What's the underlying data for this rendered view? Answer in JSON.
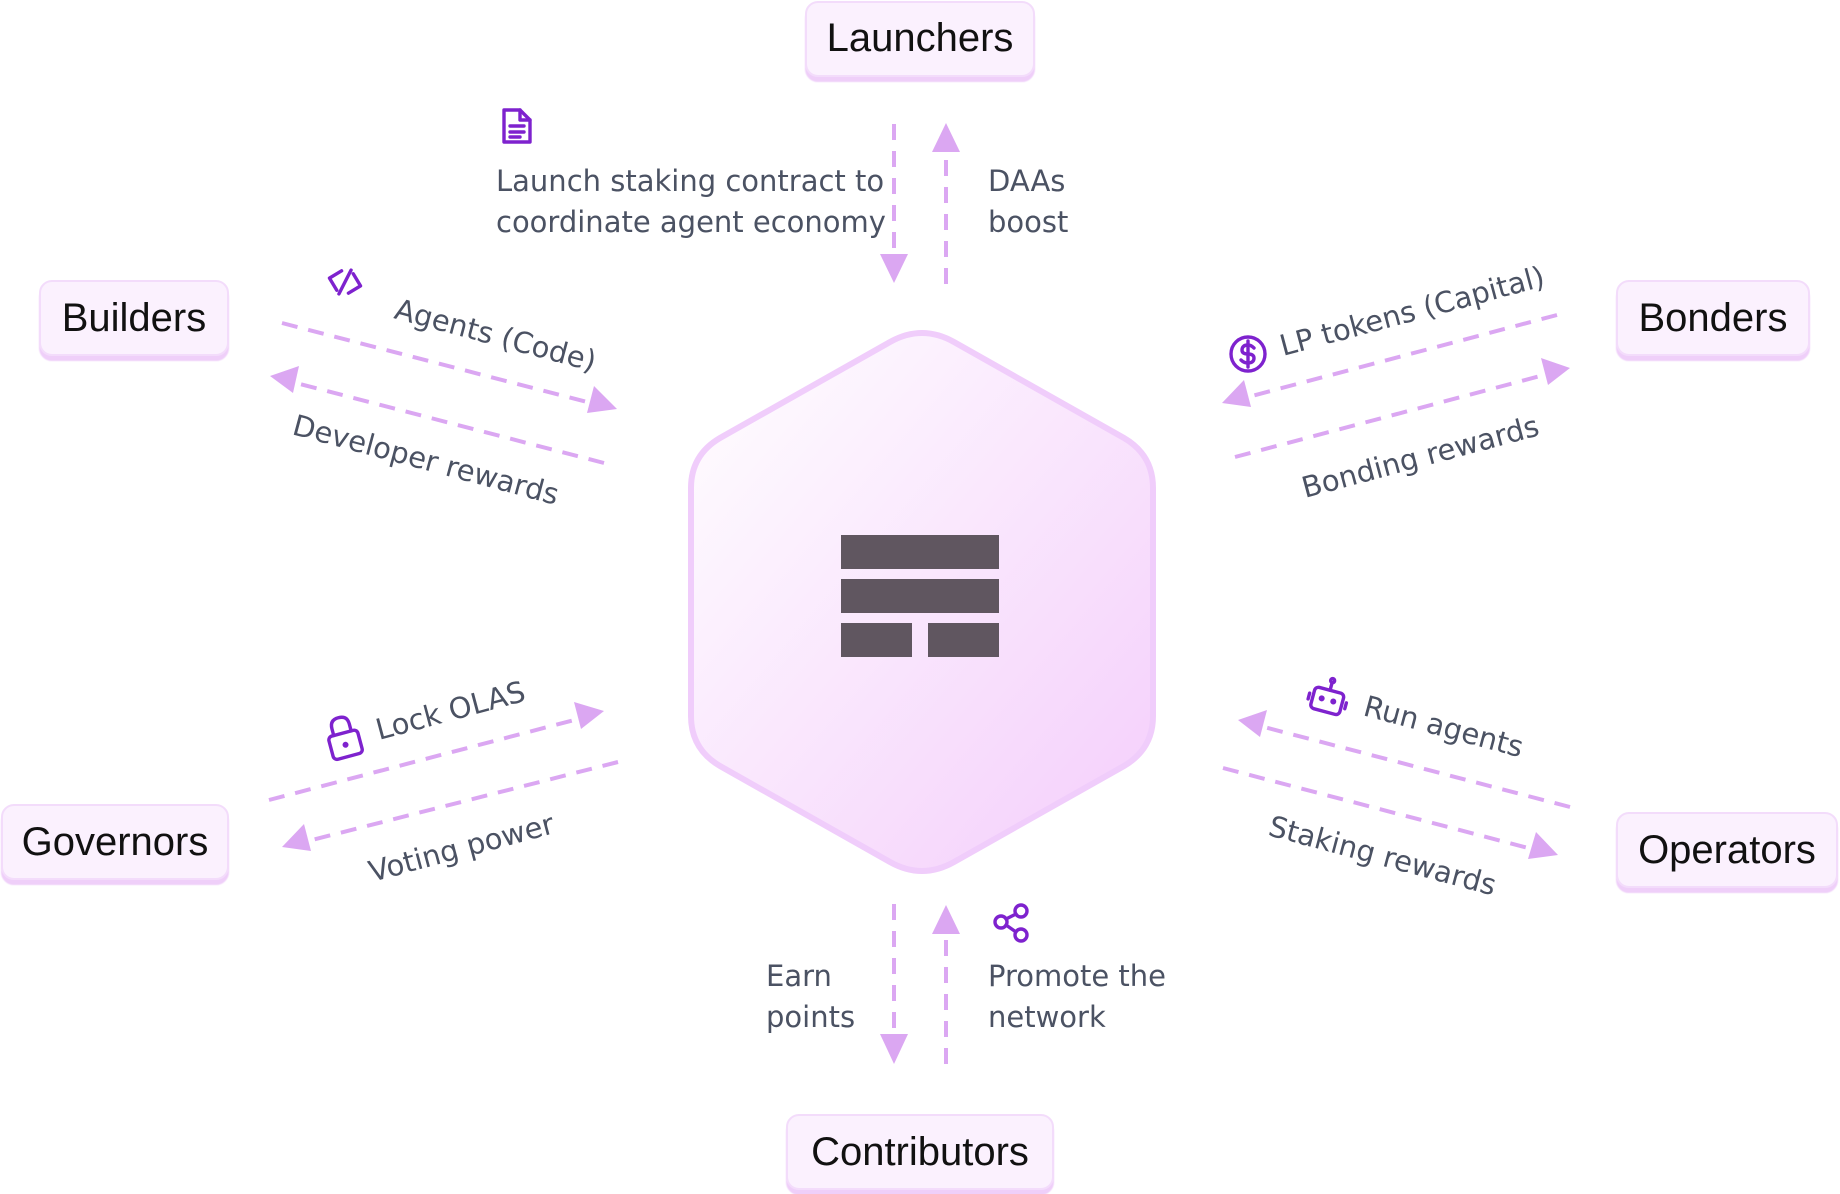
{
  "nodes": {
    "launchers": "Launchers",
    "builders": "Builders",
    "bonders": "Bonders",
    "governors": "Governors",
    "operators": "Operators",
    "contributors": "Contributors"
  },
  "flows": {
    "launch_contract_line1": "Launch staking contract to",
    "launch_contract_line2": "coordinate agent economy",
    "daas_line1": "DAAs",
    "daas_line2": "boost",
    "agents_code": "Agents (Code)",
    "developer_rewards": "Developer rewards",
    "lp_tokens": "LP tokens (Capital)",
    "bonding_rewards": "Bonding rewards",
    "lock_olas": "Lock OLAS",
    "voting_power": "Voting power",
    "run_agents": "Run agents",
    "staking_rewards": "Staking rewards",
    "earn_points_line1": "Earn",
    "earn_points_line2": "points",
    "promote_line1": "Promote the",
    "promote_line2": "network"
  },
  "icons": {
    "launch": "document-icon",
    "agents": "code-icon",
    "lp_tokens": "dollar-coin-icon",
    "lock": "lock-icon",
    "run_agents": "robot-icon",
    "promote": "share-icon",
    "center": "olas-logo"
  },
  "colors": {
    "accent": "#7e22ce",
    "arrow": "#dba7f2",
    "node_bg": "#fbf1fe",
    "text": "#4b5263",
    "logo": "#605660"
  }
}
